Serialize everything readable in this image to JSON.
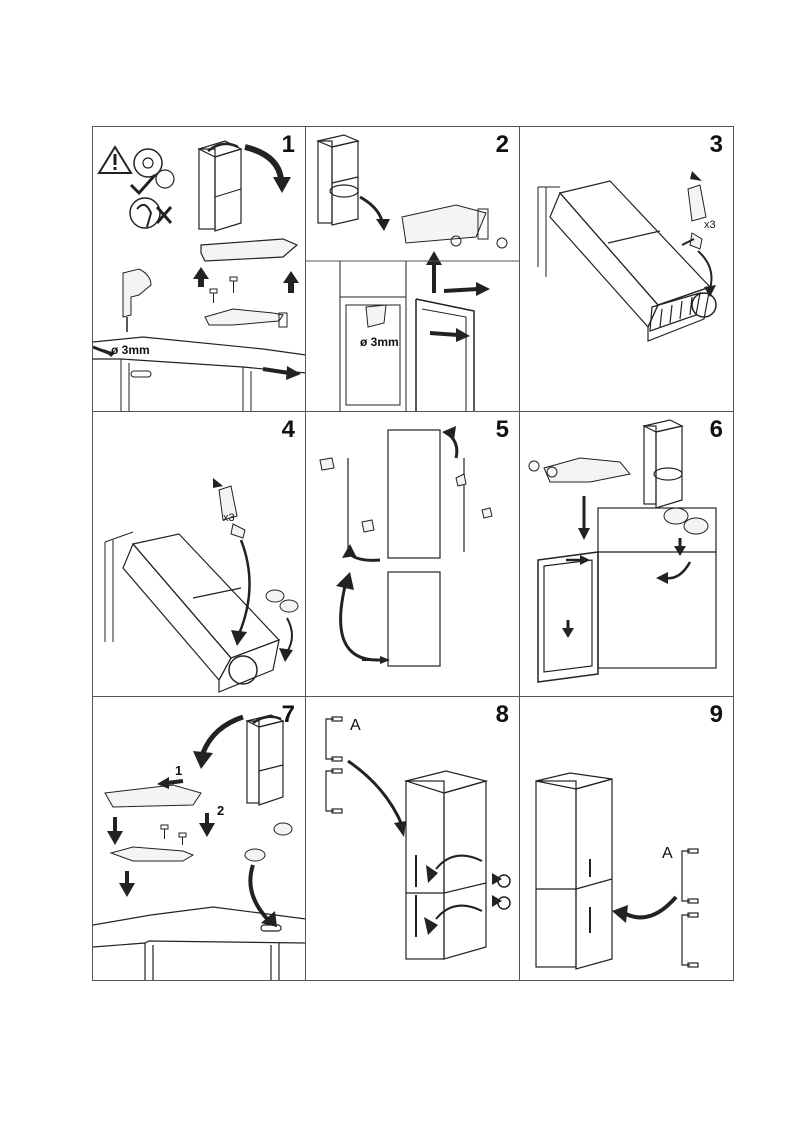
{
  "steps": [
    {
      "number": "1",
      "drill_label": "ø 3mm"
    },
    {
      "number": "2",
      "drill_label": "ø 3mm"
    },
    {
      "number": "3",
      "count_label": "x3"
    },
    {
      "number": "4",
      "count_label": "x3"
    },
    {
      "number": "5"
    },
    {
      "number": "6"
    },
    {
      "number": "7",
      "order_1": "1",
      "order_2": "2"
    },
    {
      "number": "8",
      "handle_label": "A"
    },
    {
      "number": "9",
      "handle_label": "A"
    }
  ],
  "colors": {
    "line": "#222222",
    "border": "#555555"
  },
  "icons": [
    "warning-icon",
    "plug-ok-icon",
    "plug-no-icon"
  ]
}
